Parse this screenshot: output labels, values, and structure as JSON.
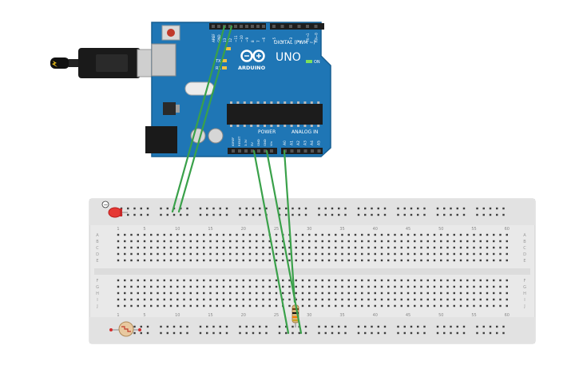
{
  "arduino": {
    "model_label": "UNO",
    "brand_label": "ARDUINO",
    "digital_header_label": "DIGITAL (PWM ~)",
    "on_label": "ON",
    "tx_label": "TX",
    "rx_label": "RX",
    "power_label": "POWER",
    "analog_label": "ANALOG IN",
    "top_pin_labels": [
      "AREF",
      "GND",
      "13",
      "12",
      "~11",
      "~10",
      "~9",
      "8",
      "7",
      "~6",
      "~5",
      "4",
      "~3",
      "2",
      "TX→1",
      "RX←0"
    ],
    "power_pin_labels": [
      "IOREF",
      "RESET",
      "3.3V",
      "5V",
      "GND",
      "GND",
      "Vin"
    ],
    "analog_pin_labels": [
      "A0",
      "A1",
      "A2",
      "A3",
      "A4",
      "A5"
    ]
  },
  "breadboard": {
    "column_numbers": [
      "1",
      "5",
      "10",
      "15",
      "20",
      "25",
      "30",
      "35",
      "40",
      "45",
      "50",
      "55",
      "60"
    ],
    "row_letters_top": [
      "A",
      "B",
      "C",
      "D",
      "E"
    ],
    "row_letters_bottom": [
      "F",
      "G",
      "H",
      "I",
      "J"
    ],
    "rail_minus_symbol": "−"
  },
  "colors": {
    "board_blue": "#1f76b5",
    "breadboard": "#e9e9e9",
    "wire_green": "#3aa14a",
    "led_red": "#e53935"
  }
}
